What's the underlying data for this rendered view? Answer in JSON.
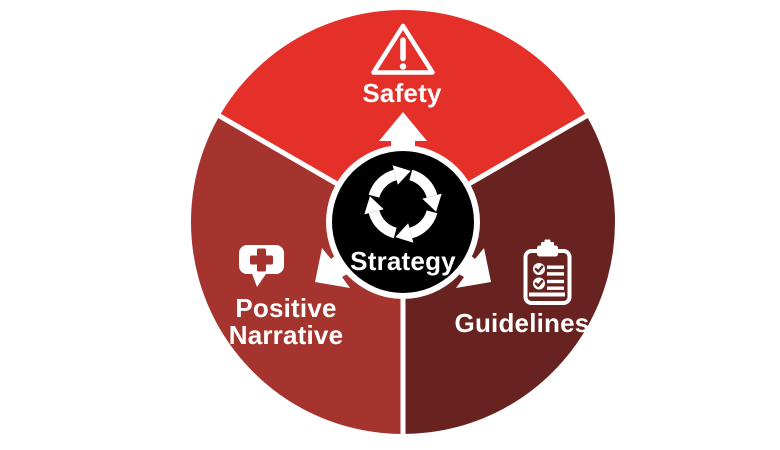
{
  "diagram": {
    "title": "Strategy cycle diagram",
    "hub": {
      "label": "Strategy",
      "color": "#000000",
      "icon": "cycle-arrows-icon",
      "text_color": "#ffffff"
    },
    "segments": [
      {
        "label": "Safety",
        "position": "top",
        "color": "#e5302a",
        "icon": "warning-triangle-icon"
      },
      {
        "label": "Guidelines",
        "position": "bottom-right",
        "color": "#682320",
        "icon": "clipboard-checklist-icon"
      },
      {
        "label": "Positive Narrative",
        "label_lines": [
          "Positive",
          "Narrative"
        ],
        "position": "bottom-left",
        "color": "#a5342f",
        "icon": "plus-speech-bubble-icon"
      }
    ],
    "colors": {
      "background": "#ffffff",
      "divider": "#ffffff",
      "arrow": "#ffffff",
      "label_text": "#ffffff"
    }
  }
}
